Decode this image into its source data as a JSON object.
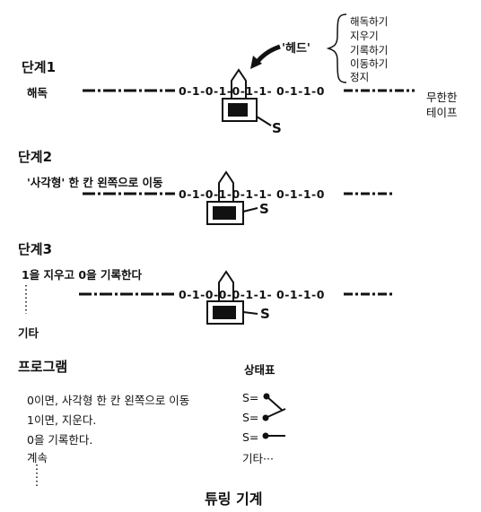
{
  "head_label": "'헤드'",
  "head_actions": [
    "해독하기",
    "지우기",
    "기록하기",
    "이동하기",
    "정지"
  ],
  "tape_label": [
    "무한한",
    "테이프"
  ],
  "steps": [
    {
      "title": "단계1",
      "desc": "해독",
      "tape": "0-1-0-1-0-1-1- 0-1-1-0",
      "state": "S"
    },
    {
      "title": "단계2",
      "desc": "'사각형' 한 칸 왼쪽으로 이동",
      "tape": "0-1-0-1-0-1-1- 0-1-1-0",
      "state": "S"
    },
    {
      "title": "단계3",
      "desc": "1을 지우고 0을 기록한다",
      "tape": "0-1-0-0-0-1-1- 0-1-1-0",
      "state": "S"
    }
  ],
  "etc_label": "기타",
  "program": {
    "title": "프로그램",
    "lines": [
      "0이면, 사각형 한 칸 왼쪽으로 이동",
      "1이면, 지운다.",
      "0을 기록한다.",
      "계속"
    ]
  },
  "state_table": {
    "title": "상태표",
    "prefix": "S=",
    "more": "기타···"
  },
  "caption": "튜링 기계"
}
